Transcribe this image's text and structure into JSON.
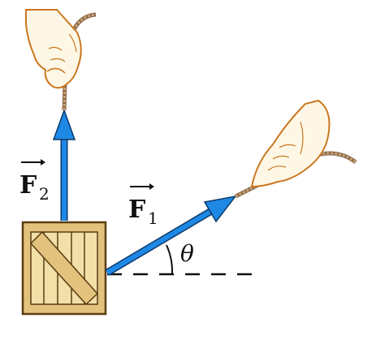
{
  "labels": {
    "force1": {
      "symbol": "F",
      "subscript": "1"
    },
    "force2": {
      "symbol": "F",
      "subscript": "2"
    },
    "angle": "θ"
  },
  "colors": {
    "arrow": "#1e88e5",
    "arrow_outline": "#0a3a6b",
    "crate_light": "#f3dfa8",
    "crate_mid": "#e2c27d",
    "crate_outline": "#5a3d12",
    "skin": "#fff7e6",
    "skin_outline": "#c9781f",
    "rope": "#caa27a"
  }
}
